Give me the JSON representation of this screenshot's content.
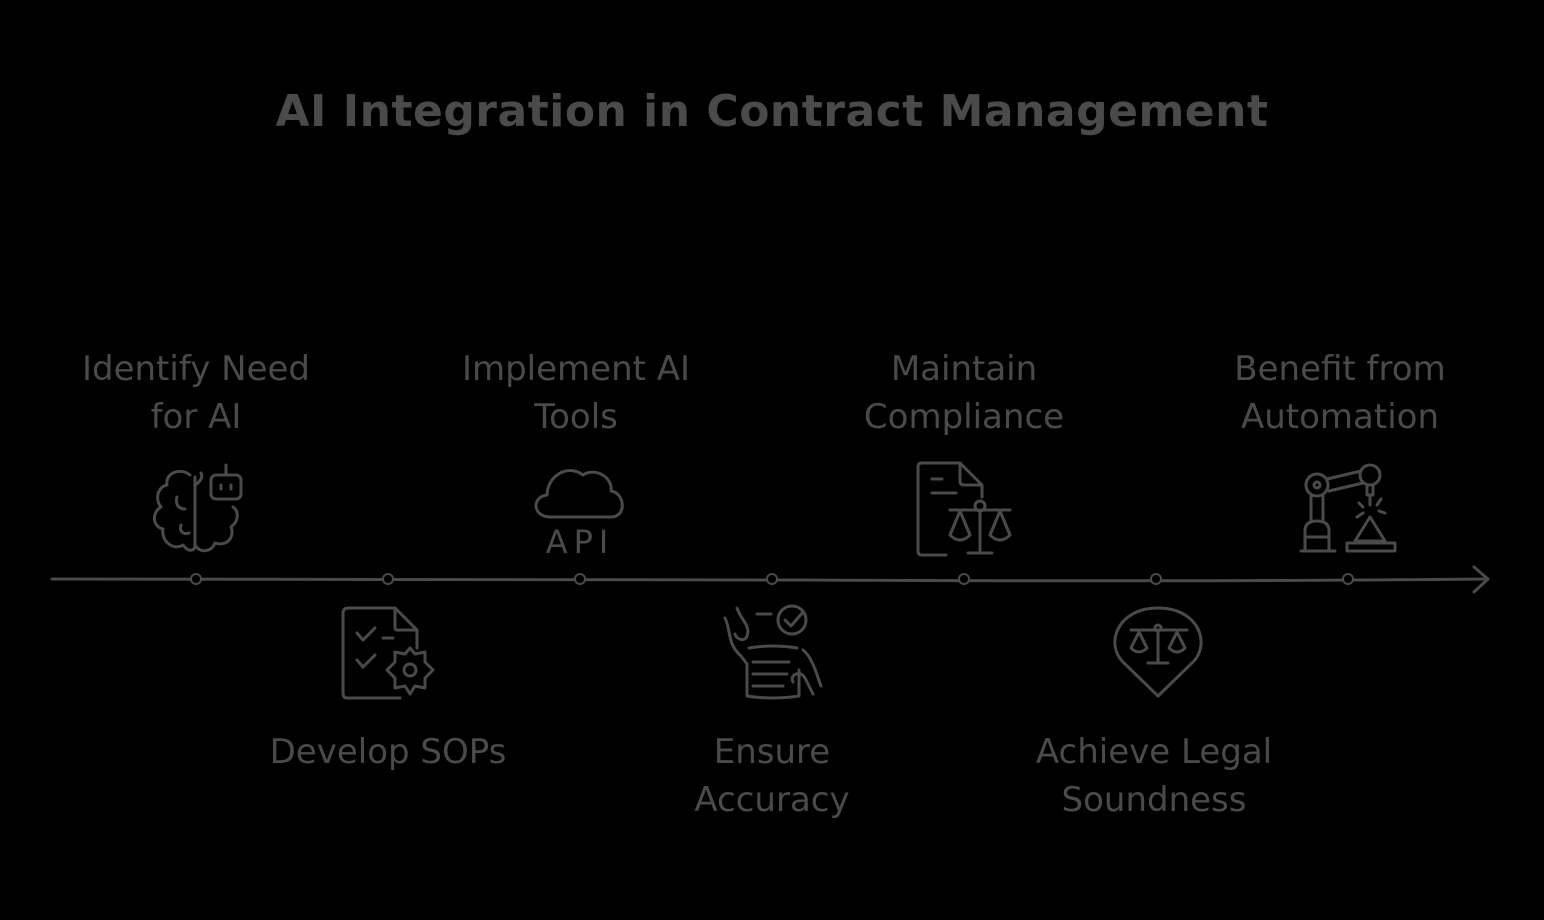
{
  "title": "AI Integration in Contract Management",
  "colors": {
    "background": "#000000",
    "foreground": "#4a4a4a"
  },
  "timeline": {
    "direction": "left-to-right",
    "arrow": "arrow-right-icon",
    "steps": [
      {
        "index": 1,
        "label": "Identify Need\nfor AI",
        "position": "above",
        "icon": "brain-robot-icon"
      },
      {
        "index": 2,
        "label": "Develop SOPs",
        "position": "below",
        "icon": "checklist-gear-icon"
      },
      {
        "index": 3,
        "label": "Implement AI\nTools",
        "position": "above",
        "icon": "cloud-api-icon"
      },
      {
        "index": 4,
        "label": "Ensure\nAccuracy",
        "position": "below",
        "icon": "hands-document-check-icon"
      },
      {
        "index": 5,
        "label": "Maintain\nCompliance",
        "position": "above",
        "icon": "document-scales-icon"
      },
      {
        "index": 6,
        "label": "Achieve Legal\nSoundness",
        "position": "below",
        "icon": "location-pin-scales-icon"
      },
      {
        "index": 7,
        "label": "Benefit from\nAutomation",
        "position": "above",
        "icon": "robotic-arm-icon"
      }
    ]
  },
  "icon_text": {
    "api": "API"
  }
}
